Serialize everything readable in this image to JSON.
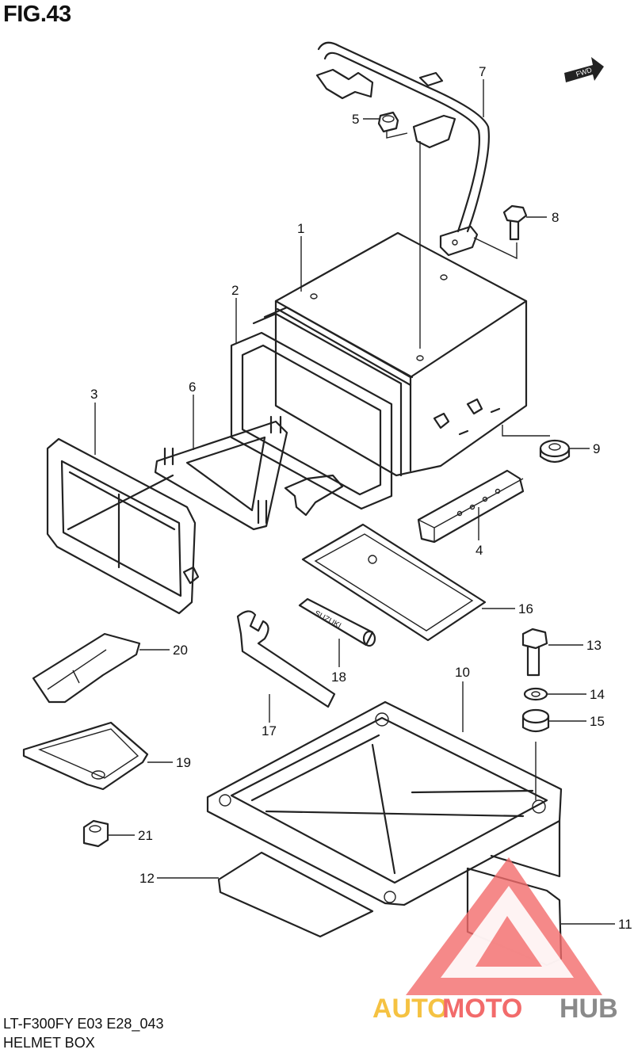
{
  "figure": {
    "title": "FIG.43",
    "model_code": "LT-F300FY E03 E28_043",
    "section_name": "HELMET BOX",
    "fwd_label": "FWD"
  },
  "callouts": [
    "1",
    "2",
    "3",
    "4",
    "5",
    "6",
    "7",
    "8",
    "9",
    "10",
    "11",
    "12",
    "13",
    "14",
    "15",
    "16",
    "17",
    "18",
    "19",
    "20",
    "21"
  ],
  "bag_text": "SUZUKI",
  "watermark": {
    "auto": "AUTO",
    "moto": "MOTO",
    "hub": "HUB",
    "colors": {
      "red": "#f26b6b",
      "yellow": "#f5c242",
      "gray": "#8a8a8a"
    }
  }
}
